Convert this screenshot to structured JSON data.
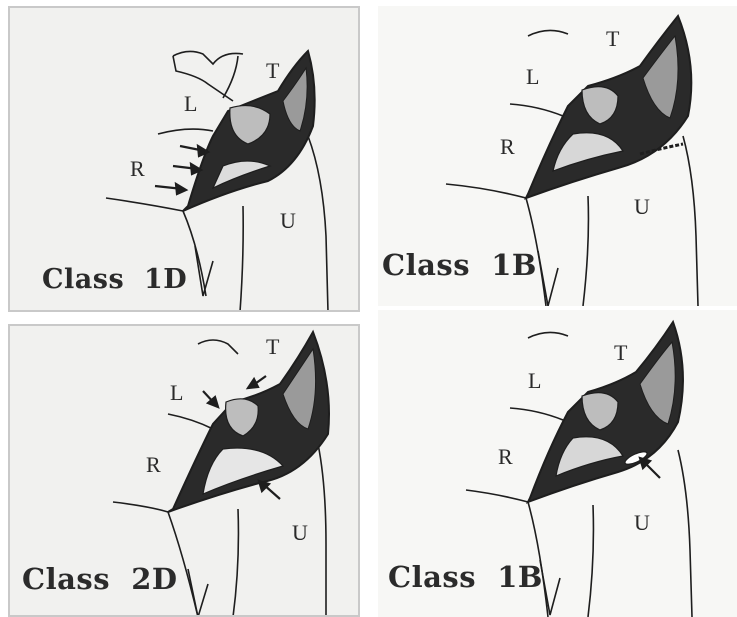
{
  "panels": [
    {
      "id": "tl",
      "caption": "Class  1D",
      "labels": {
        "L": "L",
        "T": "T",
        "R": "R",
        "U": "U"
      }
    },
    {
      "id": "bl",
      "caption": "Class  2D",
      "labels": {
        "L": "L",
        "T": "T",
        "R": "R",
        "U": "U"
      }
    },
    {
      "id": "tr",
      "caption": "Class  1B",
      "labels": {
        "L": "L",
        "T": "T",
        "R": "R",
        "U": "U"
      }
    },
    {
      "id": "br",
      "caption": "Class  1B",
      "labels": {
        "L": "L",
        "T": "T",
        "R": "R",
        "U": "U"
      }
    }
  ],
  "colors": {
    "ink": "#1e1e1e",
    "bg": "#f1f1ef",
    "bg_right": "#f7f7f5"
  }
}
